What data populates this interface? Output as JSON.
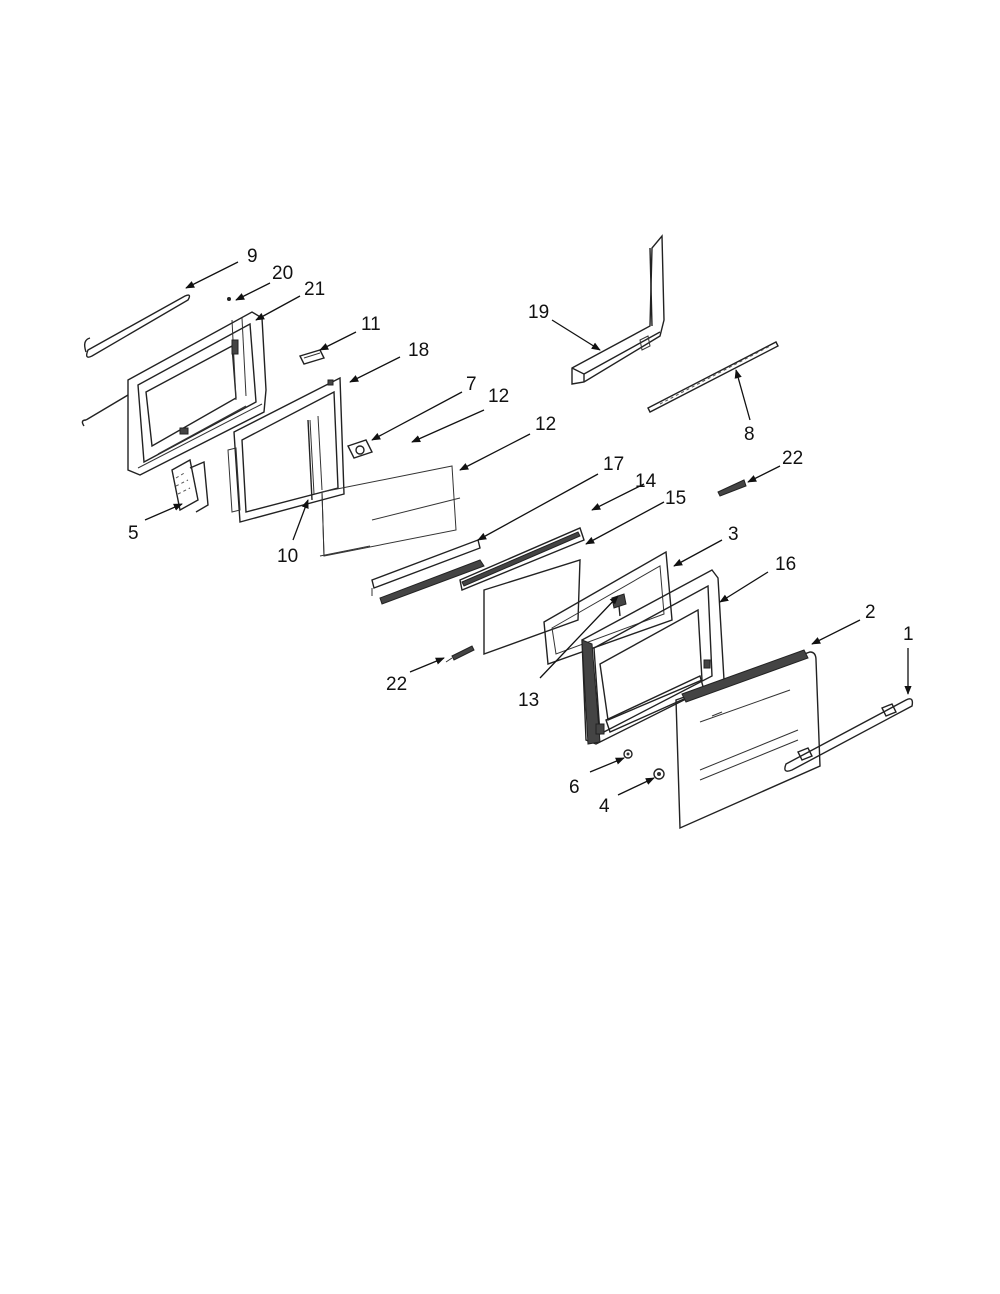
{
  "callouts": [
    {
      "id": "c9",
      "text": "9"
    },
    {
      "id": "c20",
      "text": "20"
    },
    {
      "id": "c21",
      "text": "21"
    },
    {
      "id": "c11",
      "text": "11"
    },
    {
      "id": "c18",
      "text": "18"
    },
    {
      "id": "c7",
      "text": "7"
    },
    {
      "id": "c12a",
      "text": "12"
    },
    {
      "id": "c12b",
      "text": "12"
    },
    {
      "id": "c5",
      "text": "5"
    },
    {
      "id": "c10",
      "text": "10"
    },
    {
      "id": "c19",
      "text": "19"
    },
    {
      "id": "c8",
      "text": "8"
    },
    {
      "id": "c22a",
      "text": "22"
    },
    {
      "id": "c17",
      "text": "17"
    },
    {
      "id": "c14",
      "text": "14"
    },
    {
      "id": "c15",
      "text": "15"
    },
    {
      "id": "c3",
      "text": "3"
    },
    {
      "id": "c16",
      "text": "16"
    },
    {
      "id": "c2",
      "text": "2"
    },
    {
      "id": "c1",
      "text": "1"
    },
    {
      "id": "c22b",
      "text": "22"
    },
    {
      "id": "c13",
      "text": "13"
    },
    {
      "id": "c6",
      "text": "6"
    },
    {
      "id": "c4",
      "text": "4"
    }
  ]
}
